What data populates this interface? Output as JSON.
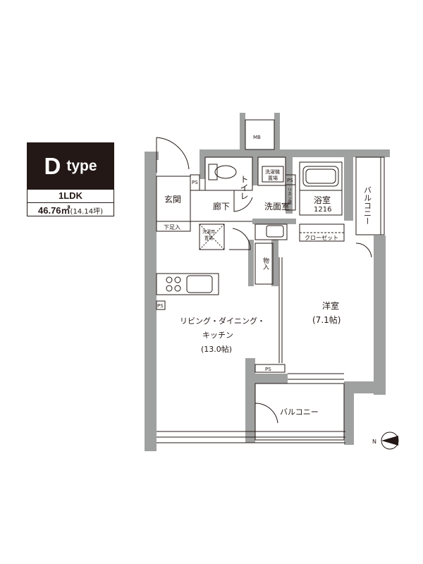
{
  "badge": {
    "letter": "D",
    "word": "type",
    "layout": "1LDK",
    "area_sqm": "46.76㎡",
    "area_tsubo": "(14.14坪)"
  },
  "rooms": {
    "entrance": "玄関",
    "hallway": "廊下",
    "toilet": "トイレ",
    "washroom": "洗面室",
    "bathroom": "浴室",
    "bathroom_size": "1216",
    "balcony_east": "バルコニー",
    "balcony_south": "バルコニー",
    "closet": "クローゼット",
    "storage": "物入",
    "bedroom": "洋室",
    "bedroom_size": "(7.1帖)",
    "ldk_line1": "リビング・ダイニング・",
    "ldk_line2": "キッチン",
    "ldk_size": "(13.0帖)",
    "shoe_box": "下足入",
    "linen": "リネン庫",
    "dryer_line1": "洗濯機",
    "dryer_line2": "置場",
    "dryer_small_line1": "洗濯用",
    "dryer_small_line2": "置場"
  },
  "markers": {
    "ps_1": "PS",
    "ps_2": "PS",
    "ps_3": "PS",
    "ps_4": "PS",
    "mb": "MB",
    "north": "N"
  },
  "colors": {
    "wall": "#9fa0a0",
    "line": "#231815",
    "badge_bg": "#231815"
  }
}
